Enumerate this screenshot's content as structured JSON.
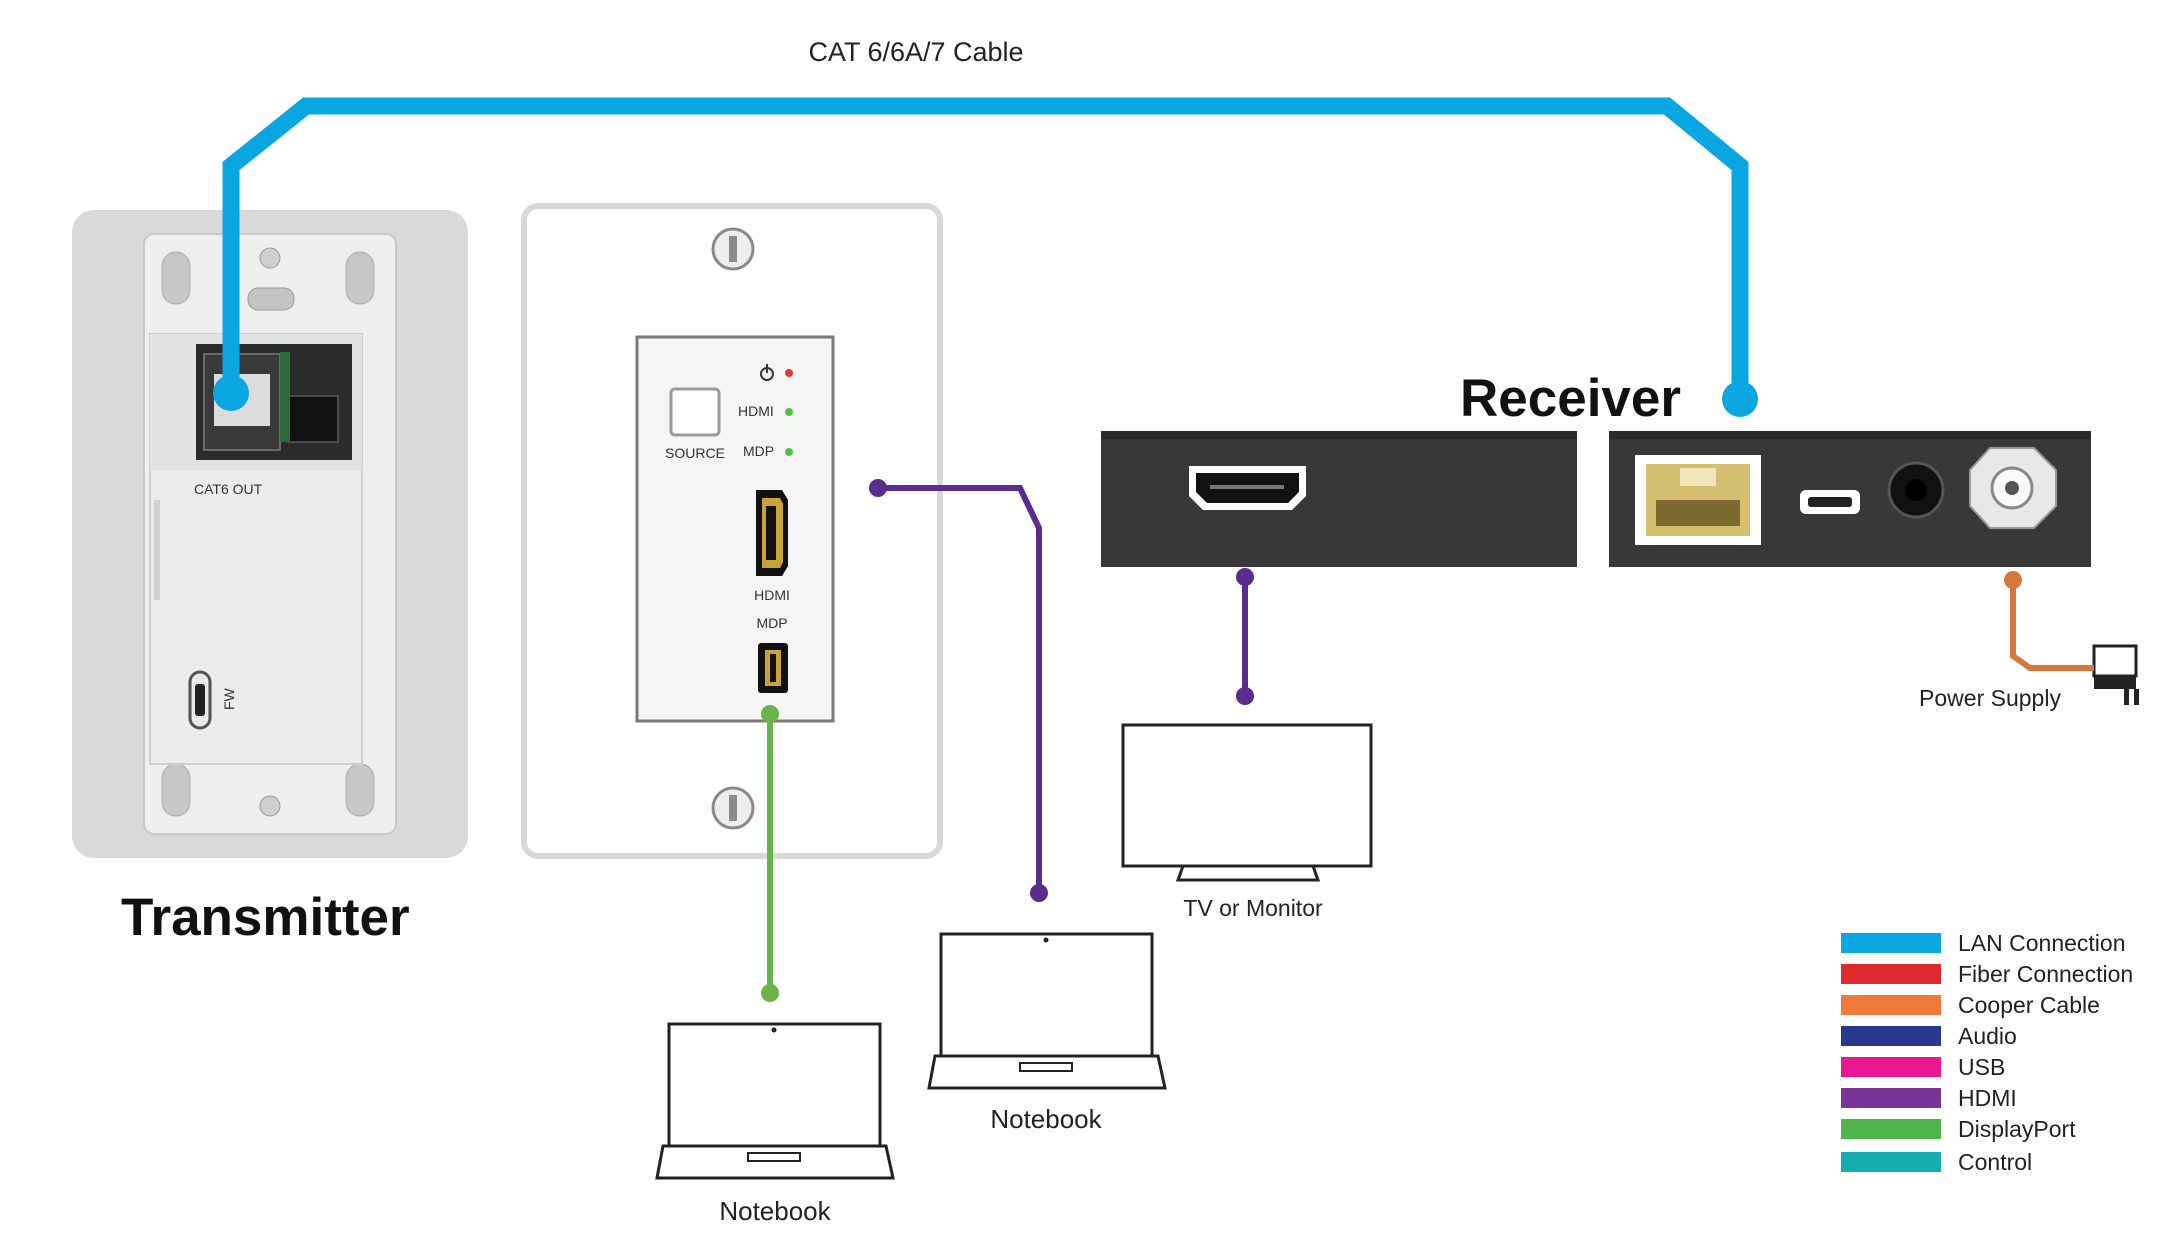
{
  "cable_label": "CAT 6/6A/7 Cable",
  "transmitter": {
    "title": "Transmitter",
    "port_cat6": "CAT6 OUT",
    "port_fw": "FW"
  },
  "faceplate": {
    "source_label": "SOURCE",
    "led_hdmi": "HDMI",
    "led_mdp": "MDP",
    "port_hdmi": "HDMI",
    "port_mdp": "MDP"
  },
  "receiver": {
    "title": "Receiver"
  },
  "devices": {
    "tv": "TV or Monitor",
    "notebook_left": "Notebook",
    "notebook_right": "Notebook",
    "power": "Power Supply"
  },
  "legend": [
    {
      "label": "LAN Connection",
      "color": "#0aa6e2"
    },
    {
      "label": "Fiber Connection",
      "color": "#dd2a2f"
    },
    {
      "label": "Cooper Cable",
      "color": "#ef7a3a"
    },
    {
      "label": "Audio",
      "color": "#27398c"
    },
    {
      "label": "USB",
      "color": "#ec1690"
    },
    {
      "label": "HDMI",
      "color": "#7b3396"
    },
    {
      "label": "DisplayPort",
      "color": "#4db54a"
    },
    {
      "label": "Control",
      "color": "#15aeb0"
    }
  ],
  "colors": {
    "lan": "#0aa6e2",
    "hdmi": "#5b2c8d",
    "displayport": "#6ab24a",
    "power": "#d4783e"
  }
}
